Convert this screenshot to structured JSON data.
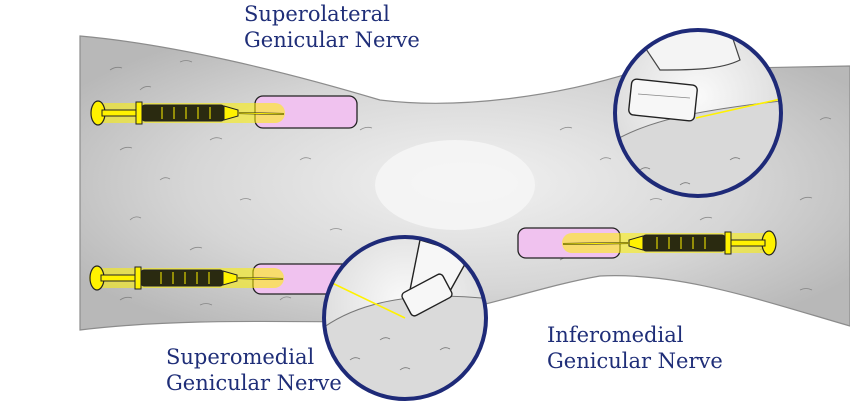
{
  "labels": {
    "superolateral": {
      "line1": "Superolateral",
      "line2": "Genicular Nerve"
    },
    "superomedial": {
      "line1": "Superomedial",
      "line2": "Genicular Nerve"
    },
    "inferomedial": {
      "line1": "Inferomedial",
      "line2": "Genicular Nerve"
    }
  },
  "colors": {
    "label_text": "#1f2e78",
    "circle_border": "#1e2a78",
    "target_zone": "#f0c2ef",
    "needle_glow": "#fff200",
    "leg_gray": "#cfcfcf"
  },
  "icons": [
    "syringe-icon",
    "probe-icon"
  ]
}
